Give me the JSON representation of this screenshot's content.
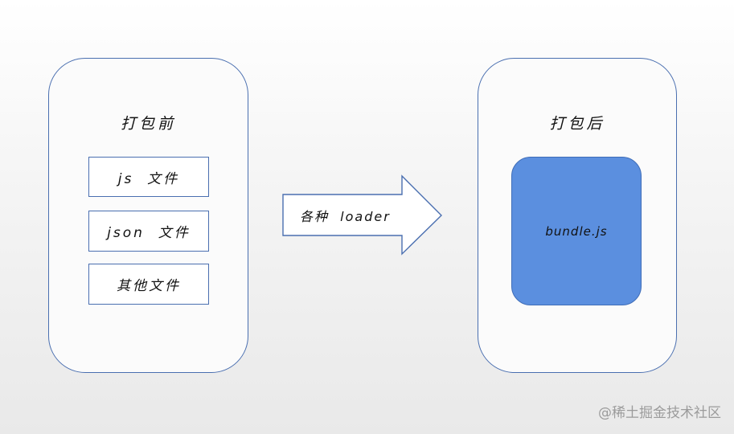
{
  "before": {
    "title": "打包前",
    "files": [
      "js  文件",
      "json  文件",
      "其他文件"
    ]
  },
  "arrow": {
    "label": "各种  loader"
  },
  "after": {
    "title": "打包后",
    "bundle": "bundle.js"
  },
  "watermark": "@稀土掘金技术社区",
  "colors": {
    "border": "#4a6fb0",
    "bundle_fill": "#5b8fdf"
  }
}
